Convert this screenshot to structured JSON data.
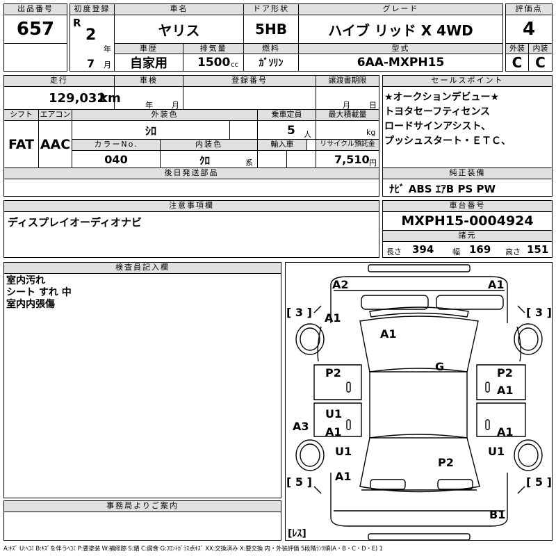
{
  "header": {
    "lot_label": "出品番号",
    "lot_no": "657",
    "first_reg_label": "初度登録",
    "era": "R",
    "year": "2",
    "year_unit": "年",
    "month": "7",
    "month_unit": "月",
    "car_name_label": "車名",
    "car_name": "ヤリス",
    "door_label": "ドア形状",
    "door": "5HB",
    "grade_label": "グレード",
    "grade": "ハイブ リッド X 4WD",
    "score_label": "評価点",
    "score": "4",
    "history_label": "車歴",
    "history": "自家用",
    "displacement_label": "排気量",
    "displacement": "1500",
    "cc_unit": "cc",
    "fuel_label": "燃料",
    "fuel": "ｶﾞｿﾘﾝ",
    "model_label": "型式",
    "model": "6AA-MXPH15",
    "ext_grade_label": "外装",
    "ext_grade": "C",
    "int_grade_label": "内装",
    "int_grade": "C"
  },
  "row2": {
    "mileage_label": "走行",
    "mileage": "129,032",
    "km_unit": "km",
    "inspection_label": "車検",
    "insp_year_unit": "年",
    "insp_month_unit": "月",
    "plate_label": "登録番号",
    "transfer_label": "譲渡書期限",
    "transfer_month_unit": "月",
    "transfer_day_unit": "日",
    "shift_label": "シフト",
    "shift": "FAT",
    "ac_label": "エアコン",
    "ac": "AAC",
    "ext_color_label": "外装色",
    "ext_color": "ｼﾛ",
    "capacity_label": "乗車定員",
    "capacity": "5",
    "capacity_unit": "人",
    "maxload_label": "最大積載量",
    "maxload_unit": "kg",
    "color_no_label": "カラーNo.",
    "color_no": "040",
    "int_color_label": "内装色",
    "int_color": "ｸﾛ",
    "int_color_unit": "系",
    "import_label": "輸入車",
    "recycle_label": "リサイクル預託金",
    "recycle": "7,510",
    "recycle_unit": "円",
    "later_parts_label": "後日発送部品"
  },
  "sales_points": {
    "label": "セールスポイント",
    "lines": "★オークションデビュー★\nトヨタセーフティセンス\nロードサインアシスト、\nプッシュスタート・ＥＴＣ、"
  },
  "genuine": {
    "label": "純正装備",
    "value": "ﾅﾋﾞ ABS ｴｱB PS PW"
  },
  "notes": {
    "label": "注意事項欄",
    "value": "ディスプレイオーディオナビ"
  },
  "chassis": {
    "label": "車台番号",
    "value": "MXPH15-0004924"
  },
  "specs": {
    "label": "諸元",
    "length_label": "長さ",
    "length": "394",
    "width_label": "幅",
    "width": "169",
    "height_label": "高さ",
    "height": "151"
  },
  "inspector": {
    "label": "検査員記入欄",
    "lines": "室内汚れ\nシート すれ 中\n室内内張傷"
  },
  "office": {
    "label": "事務局よりご案内"
  },
  "diagram": {
    "left_3": "[ 3 ]",
    "right_3": "[ 3 ]",
    "left_5": "[ 5 ]",
    "right_5": "[ 5 ]",
    "les": "[ﾚｽ]",
    "labels": [
      "A2",
      "A1",
      "A1",
      "A1",
      "G",
      "P2",
      "P2",
      "A1",
      "U1",
      "A3",
      "A1",
      "A1",
      "U1",
      "U1",
      "P2",
      "A1",
      "B1"
    ]
  },
  "legend": "A:ｷｽﾞ U:ﾍｺﾐ B:ｷｽﾞを伴うﾍｺﾐ P:要塗装 W:補修跡 S:錆 C:腐食 G:ﾌﾛﾝﾄｶﾞﾗｽ点ｷｽﾞ XX:交換済み X:要交換 内・外装評価 5段階ﾗﾝｸ順(A・B・C・D・E) 1"
}
